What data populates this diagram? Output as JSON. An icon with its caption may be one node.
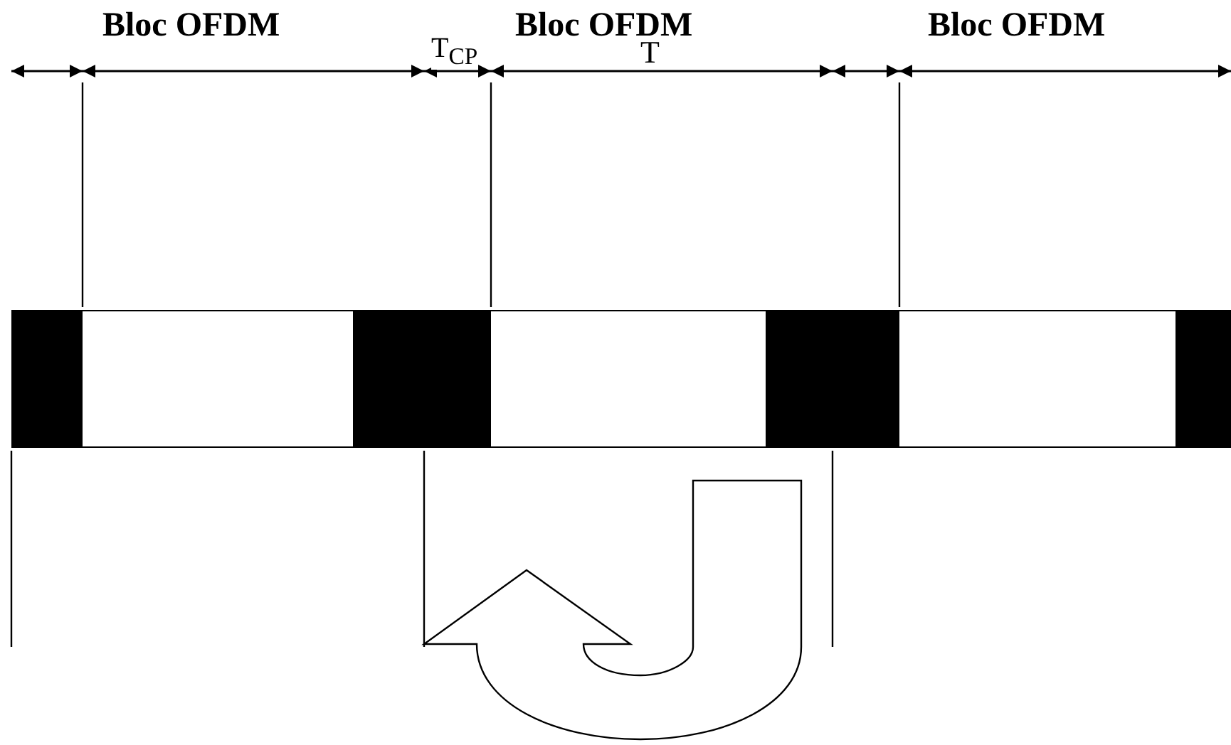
{
  "diagram": {
    "nodes": [
      {
        "text": [],
        "shape": "bar"
      },
      {
        "text": [],
        "shape": "bar"
      },
      {
        "text": [],
        "shape": "bar"
      },
      {
        "text": [],
        "shape": "bar"
      },
      {
        "text": [],
        "shape": "bar"
      },
      {
        "text": [],
        "shape": "bar"
      },
      {
        "text": [],
        "shape": "bar"
      },
      {
        "text": [],
        "shape": "bar"
      },
      {
        "text": [],
        "shape": "bar"
      }
    ],
    "edges": [
      {
        "from": 5,
        "to": 3,
        "arrow": "to"
      }
    ],
    "labels": [
      "Bloc OFDM",
      "Bloc OFDM",
      "Bloc OFDM",
      "T$_{CP}$",
      "T"
    ]
  }
}
